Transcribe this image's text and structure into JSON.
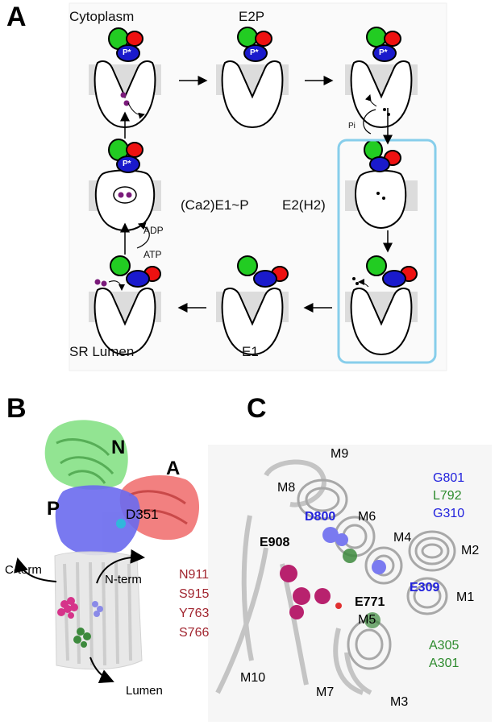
{
  "panels": {
    "a": "A",
    "b": "B",
    "c": "C"
  },
  "panel_a": {
    "cytoplasm": "Cytoplasm",
    "e2p": "E2P",
    "ca2e1p": "(Ca2)E1~P",
    "e2h2": "E2(H2)",
    "sr_lumen": "SR Lumen",
    "e1": "E1",
    "adp": "ADP",
    "atp": "ATP",
    "pi": "Pi",
    "p_mark": "P*"
  },
  "panel_b": {
    "n": "N",
    "a": "A",
    "p": "P",
    "d351": "D351",
    "c_term": "C-term",
    "n_term": "N-term",
    "lumen": "Lumen"
  },
  "panel_c": {
    "helices": [
      "M9",
      "M8",
      "M6",
      "M4",
      "M2",
      "M1",
      "M5",
      "M3",
      "M7",
      "M10"
    ],
    "residues_bold": {
      "d800": "D800",
      "e908": "E908",
      "e309": "E309",
      "e771": "E771"
    },
    "blue_list": [
      "G801",
      "G310"
    ],
    "green_list_top": [
      "L792"
    ],
    "red_list": [
      "N911",
      "S915",
      "Y763",
      "S766"
    ],
    "green_list_bottom": [
      "A305",
      "A301"
    ]
  },
  "colors": {
    "domain_n": "#22cc22",
    "domain_p": "#1a1acc",
    "domain_a": "#ee1111",
    "membrane": "#dcdcdc",
    "box": "#87ceeb",
    "calcium": "#7a1a7a"
  }
}
